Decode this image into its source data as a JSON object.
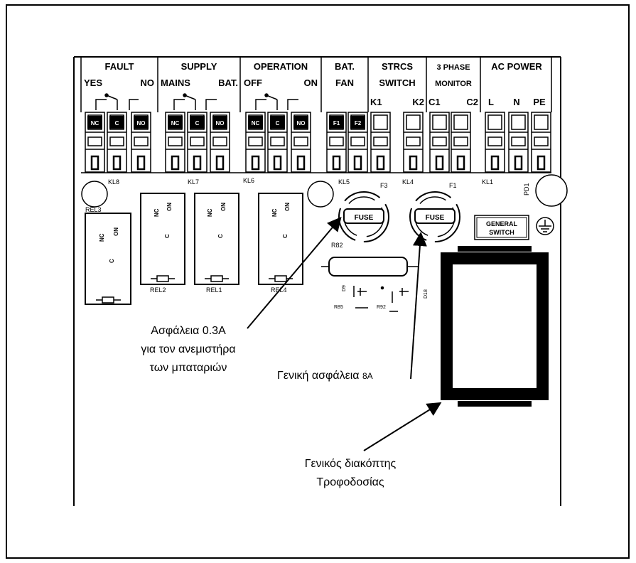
{
  "header_groups": [
    {
      "name": "FAULT",
      "left": "YES",
      "right": "NO"
    },
    {
      "name": "SUPPLY",
      "left": "MAINS",
      "right": "BAT."
    },
    {
      "name": "OPERATION",
      "left": "OFF",
      "right": "ON"
    },
    {
      "name": "BAT.",
      "line2": "FAN"
    },
    {
      "name": "STRCS",
      "line2": "SWITCH",
      "left": "K1",
      "right": "K2"
    },
    {
      "name": "3 PHASE",
      "line2": "MONITOR",
      "left": "C1",
      "right": "C2"
    },
    {
      "name": "AC POWER",
      "cols": [
        "L",
        "N",
        "PE"
      ]
    }
  ],
  "terminal_pins": [
    "NC",
    "C",
    "NO",
    "NC",
    "C",
    "NO",
    "NC",
    "C",
    "NO",
    "F1",
    "F2"
  ],
  "block_labels": [
    "KL8",
    "KL7",
    "KL6",
    "KL5",
    "KL4",
    "KL1"
  ],
  "relays": {
    "rel3": {
      "label": "REL3",
      "nc": "NC",
      "no": "NO",
      "c": "C"
    },
    "rel2": {
      "label": "REL2",
      "nc": "NC",
      "no": "NO",
      "c": "C"
    },
    "rel1": {
      "label": "REL1",
      "nc": "NC",
      "no": "NO",
      "c": "C"
    },
    "rel4": {
      "label": "REL4",
      "nc": "NC",
      "no": "NO",
      "c": "C"
    }
  },
  "fuses": {
    "f3_label": "F3",
    "f1_label": "F1",
    "fuse_text": "FUSE"
  },
  "resistor_label": "R82",
  "pd1_label": "PD1",
  "component_labels": {
    "d9": "D9",
    "r85": "R85",
    "r92": "R92",
    "d18": "D18"
  },
  "general_switch": {
    "line1": "GENERAL",
    "line2": "SWITCH"
  },
  "annotations": {
    "fan_fuse": [
      "Ασφάλεια 0.3A",
      "για τον ανεμιστήρα",
      "των μπαταριών"
    ],
    "main_fuse_text": "Γενική ασφάλεια ",
    "main_fuse_value": "8A",
    "main_switch": [
      "Γενικός διακόπτης",
      "Τροφοδοσίας"
    ]
  }
}
